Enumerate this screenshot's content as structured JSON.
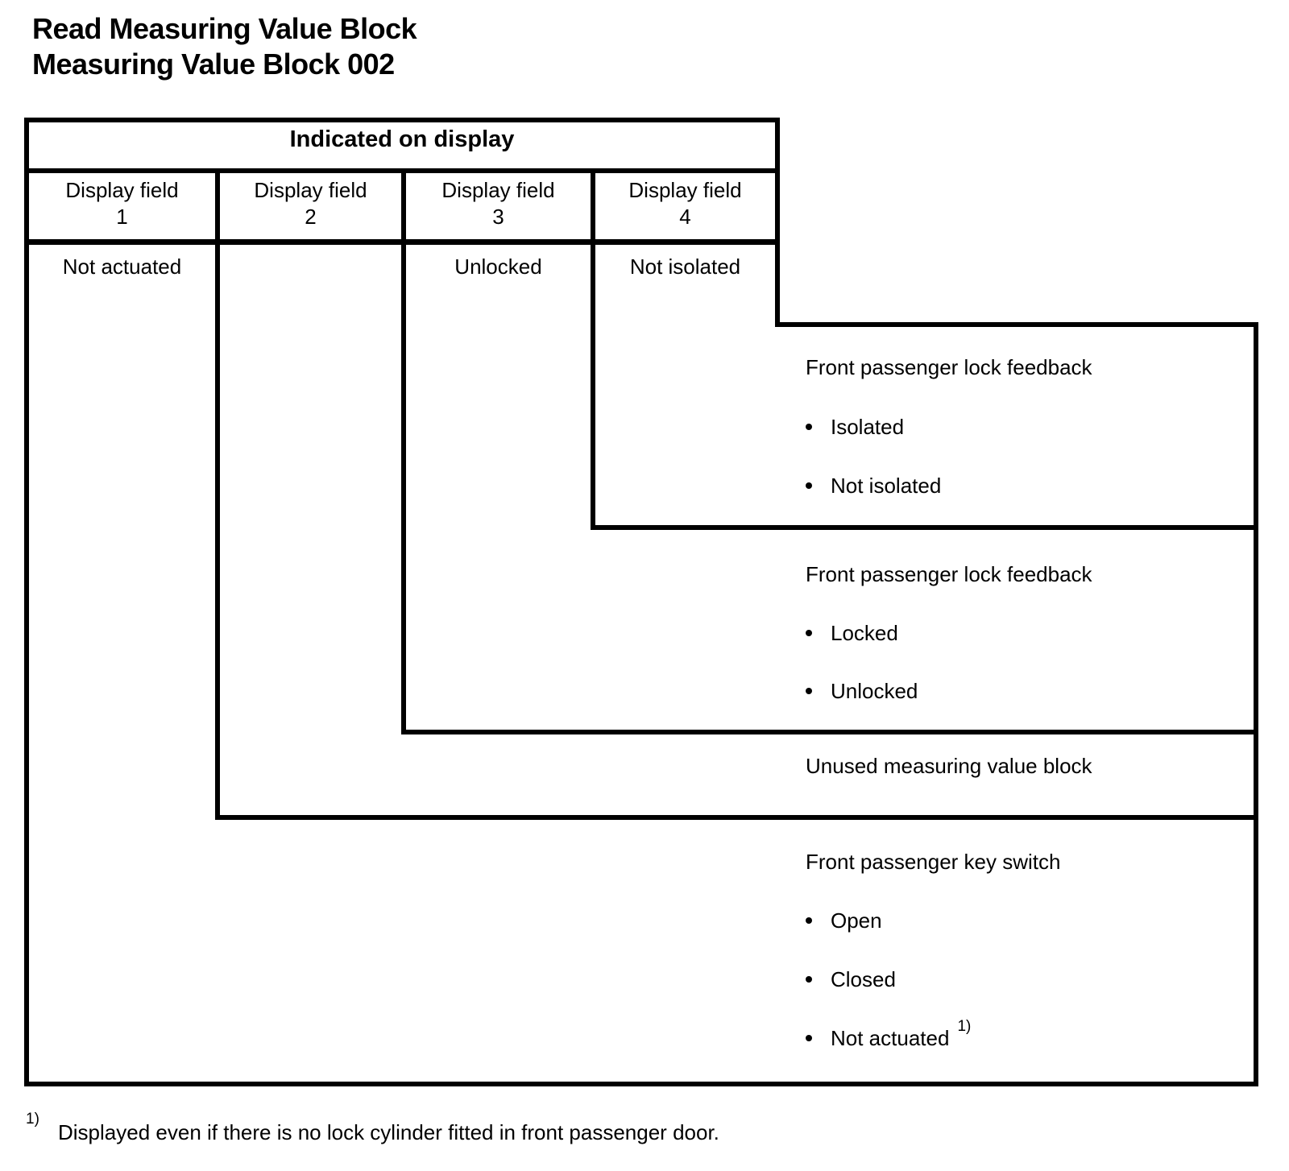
{
  "page_title": {
    "line1": "Read Measuring Value Block",
    "line2": "Measuring Value Block 002"
  },
  "table": {
    "header": "Indicated on display",
    "columns": [
      {
        "label": "Display field",
        "num": "1",
        "value": "Not actuated"
      },
      {
        "label": "Display field",
        "num": "2",
        "value": ""
      },
      {
        "label": "Display field",
        "num": "3",
        "value": "Unlocked"
      },
      {
        "label": "Display field",
        "num": "4",
        "value": "Not isolated"
      }
    ]
  },
  "explanations": [
    {
      "field": "4",
      "title": "Front passenger lock feedback",
      "bullets": [
        "Isolated",
        "Not isolated"
      ]
    },
    {
      "field": "3",
      "title": "Front passenger lock feedback",
      "bullets": [
        "Locked",
        "Unlocked"
      ]
    },
    {
      "field": "2",
      "title": "Unused measuring value block",
      "bullets": []
    },
    {
      "field": "1",
      "title": "Front passenger key switch",
      "bullets": [
        "Open",
        "Closed",
        "Not actuated"
      ],
      "footnote_marker": "1)"
    }
  ],
  "footnote": {
    "marker": "1)",
    "text": "Displayed even if there is no lock cylinder fitted in front passenger door."
  },
  "colors": {
    "line": "#000000",
    "background": "#ffffff",
    "text": "#000000"
  }
}
